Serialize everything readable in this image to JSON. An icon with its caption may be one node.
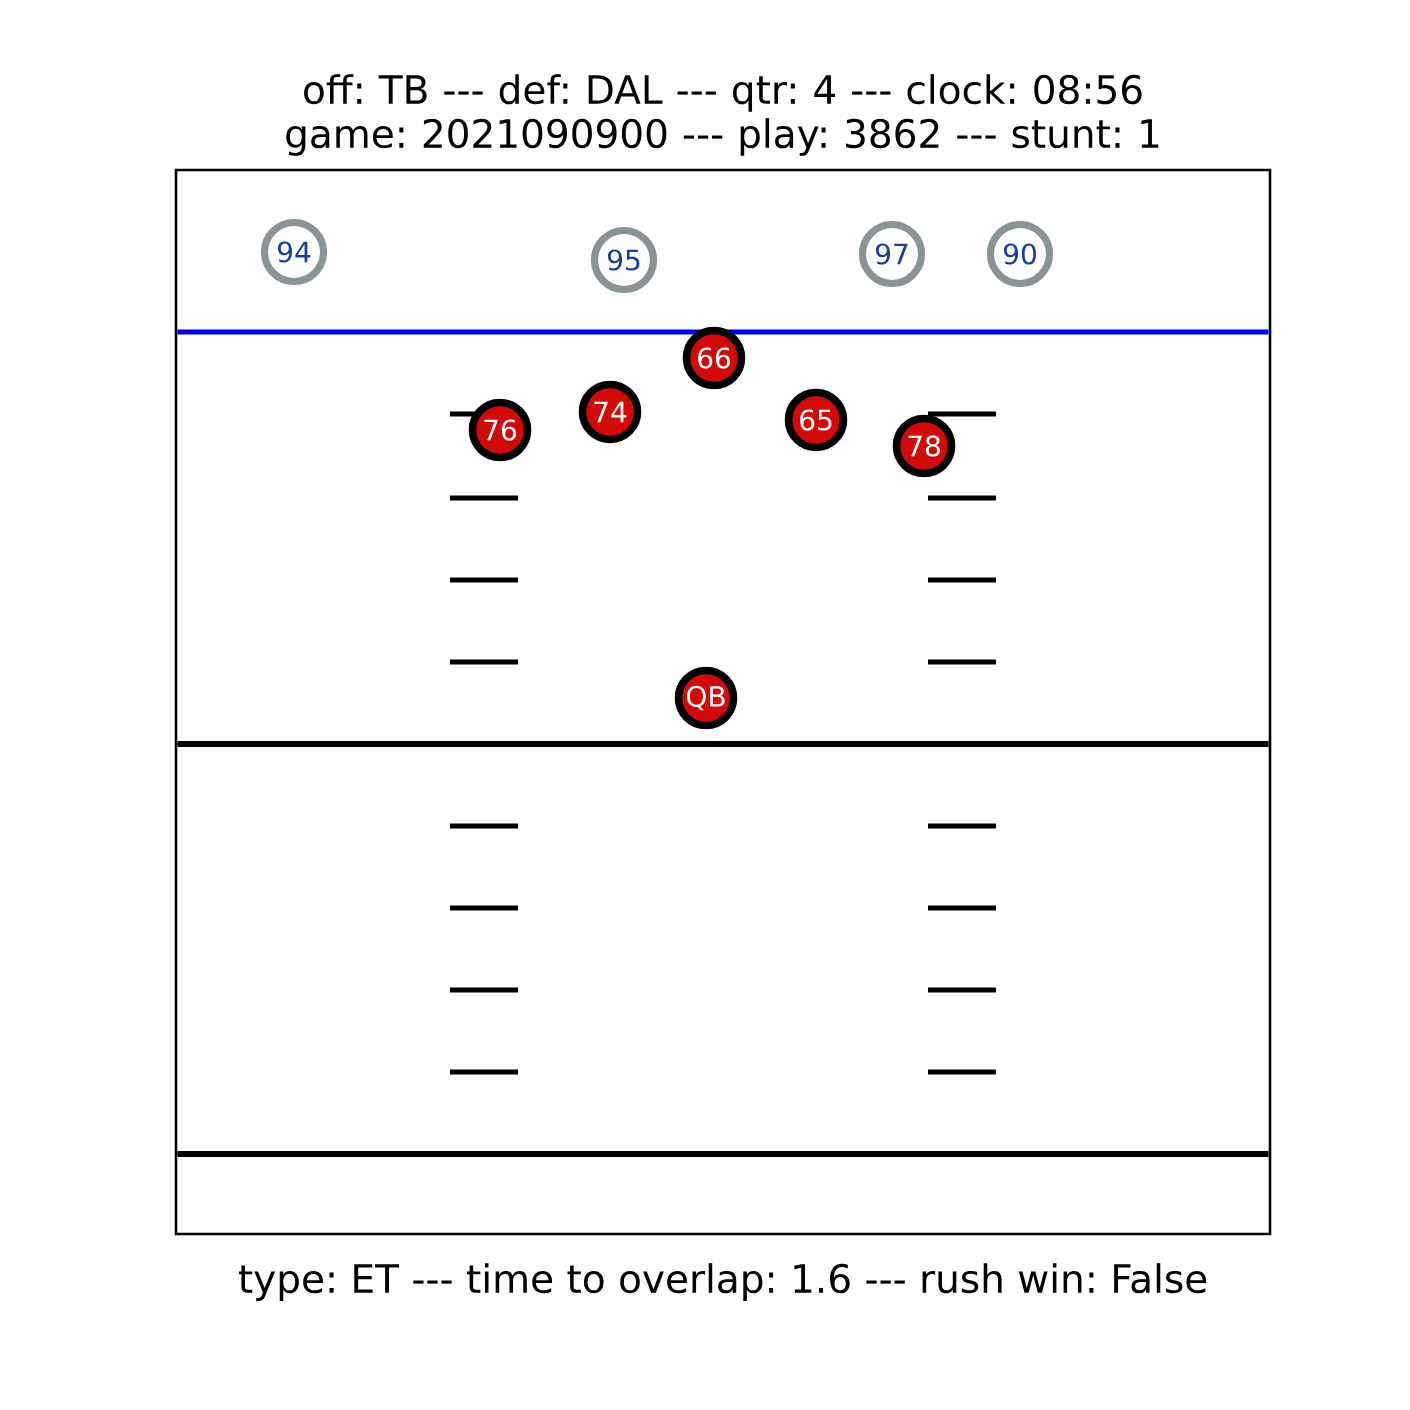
{
  "diagram": {
    "title": "off: TB --- def: DAL --- qtr: 4 --- clock: 08:56 game: 2021090900 --- play: 3862 --- stunt: 1",
    "caption": "type: ET --- time to overlap: 1.6 --- rush win: False",
    "nodes": [
      {
        "text": [
          "94"
        ]
      },
      {
        "text": [
          "95"
        ]
      },
      {
        "text": [
          "97"
        ]
      },
      {
        "text": [
          "90"
        ]
      },
      {
        "text": [
          "76"
        ]
      },
      {
        "text": [
          "74"
        ]
      },
      {
        "text": [
          "66"
        ]
      },
      {
        "text": [
          "65"
        ]
      },
      {
        "text": [
          "78"
        ]
      },
      {
        "text": [
          "QB"
        ]
      }
    ]
  }
}
